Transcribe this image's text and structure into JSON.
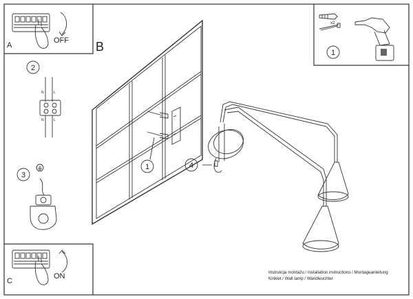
{
  "panels": {
    "a": {
      "letter": "A",
      "action": "OFF"
    },
    "b": {
      "letter": "B"
    },
    "c": {
      "letter": "C",
      "action": "ON"
    }
  },
  "tools": {
    "step": "1",
    "quantity": "x2"
  },
  "steps": {
    "wiring": "2",
    "earth": "3",
    "wall_mount": "1",
    "screw": "4"
  },
  "wire_labels": [
    "N",
    "L",
    "N",
    "L"
  ],
  "caption": {
    "line1": "Instrukcja montażu / installation instructions / Montageanleitung",
    "line2": "Kinkiet / Wall lamp / Wandleuchter"
  },
  "colors": {
    "line": "#333333",
    "background": "#ffffff"
  }
}
